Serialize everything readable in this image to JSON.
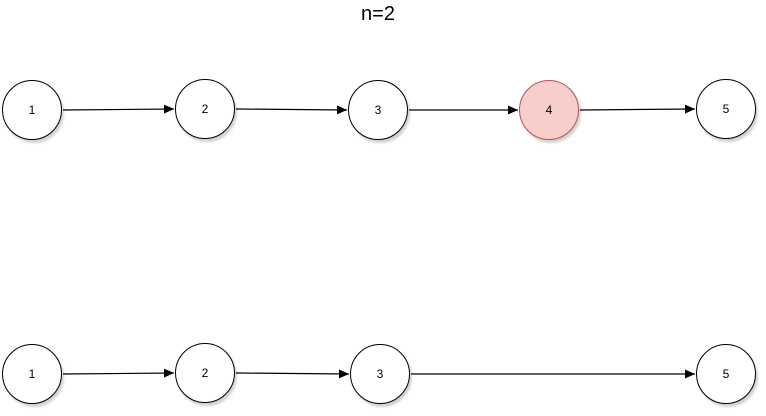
{
  "title": "n=2",
  "colors": {
    "background": "#ffffff",
    "node_fill": "#ffffff",
    "node_stroke": "#000000",
    "highlight_node_fill": "#f8cecc",
    "highlight_node_stroke": "#b85450",
    "edge_color": "#000000",
    "label_color": "#000000"
  },
  "diagram": {
    "top_list": {
      "nodes": [
        {
          "label": "1",
          "highlighted": false
        },
        {
          "label": "2",
          "highlighted": false
        },
        {
          "label": "3",
          "highlighted": false
        },
        {
          "label": "4",
          "highlighted": true
        },
        {
          "label": "5",
          "highlighted": false
        }
      ],
      "edges": [
        "1→2",
        "2→3",
        "3→4",
        "4→5"
      ]
    },
    "bottom_list": {
      "nodes": [
        {
          "label": "1",
          "highlighted": false
        },
        {
          "label": "2",
          "highlighted": false
        },
        {
          "label": "3",
          "highlighted": false
        },
        {
          "label": "5",
          "highlighted": false
        }
      ],
      "edges": [
        "1→2",
        "2→3",
        "3→5"
      ]
    }
  }
}
